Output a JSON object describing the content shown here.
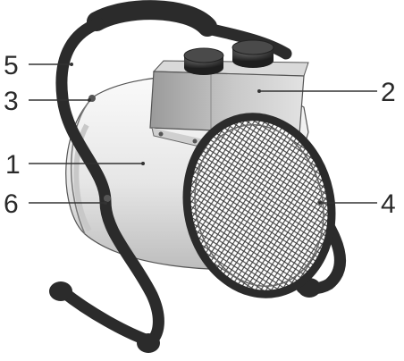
{
  "diagram": {
    "subject": "fan-heater",
    "callouts": [
      {
        "id": "callout-5",
        "number": "5"
      },
      {
        "id": "callout-3",
        "number": "3"
      },
      {
        "id": "callout-1",
        "number": "1"
      },
      {
        "id": "callout-6",
        "number": "6"
      },
      {
        "id": "callout-2",
        "number": "2"
      },
      {
        "id": "callout-4",
        "number": "4"
      }
    ],
    "colors": {
      "frame": "#2b2b2b",
      "body_light": "#eeeeee",
      "body_shadow": "#bdbdbd",
      "grille": "#3a3a3a",
      "knob": "#2f2f2f",
      "line": "#333333"
    }
  }
}
